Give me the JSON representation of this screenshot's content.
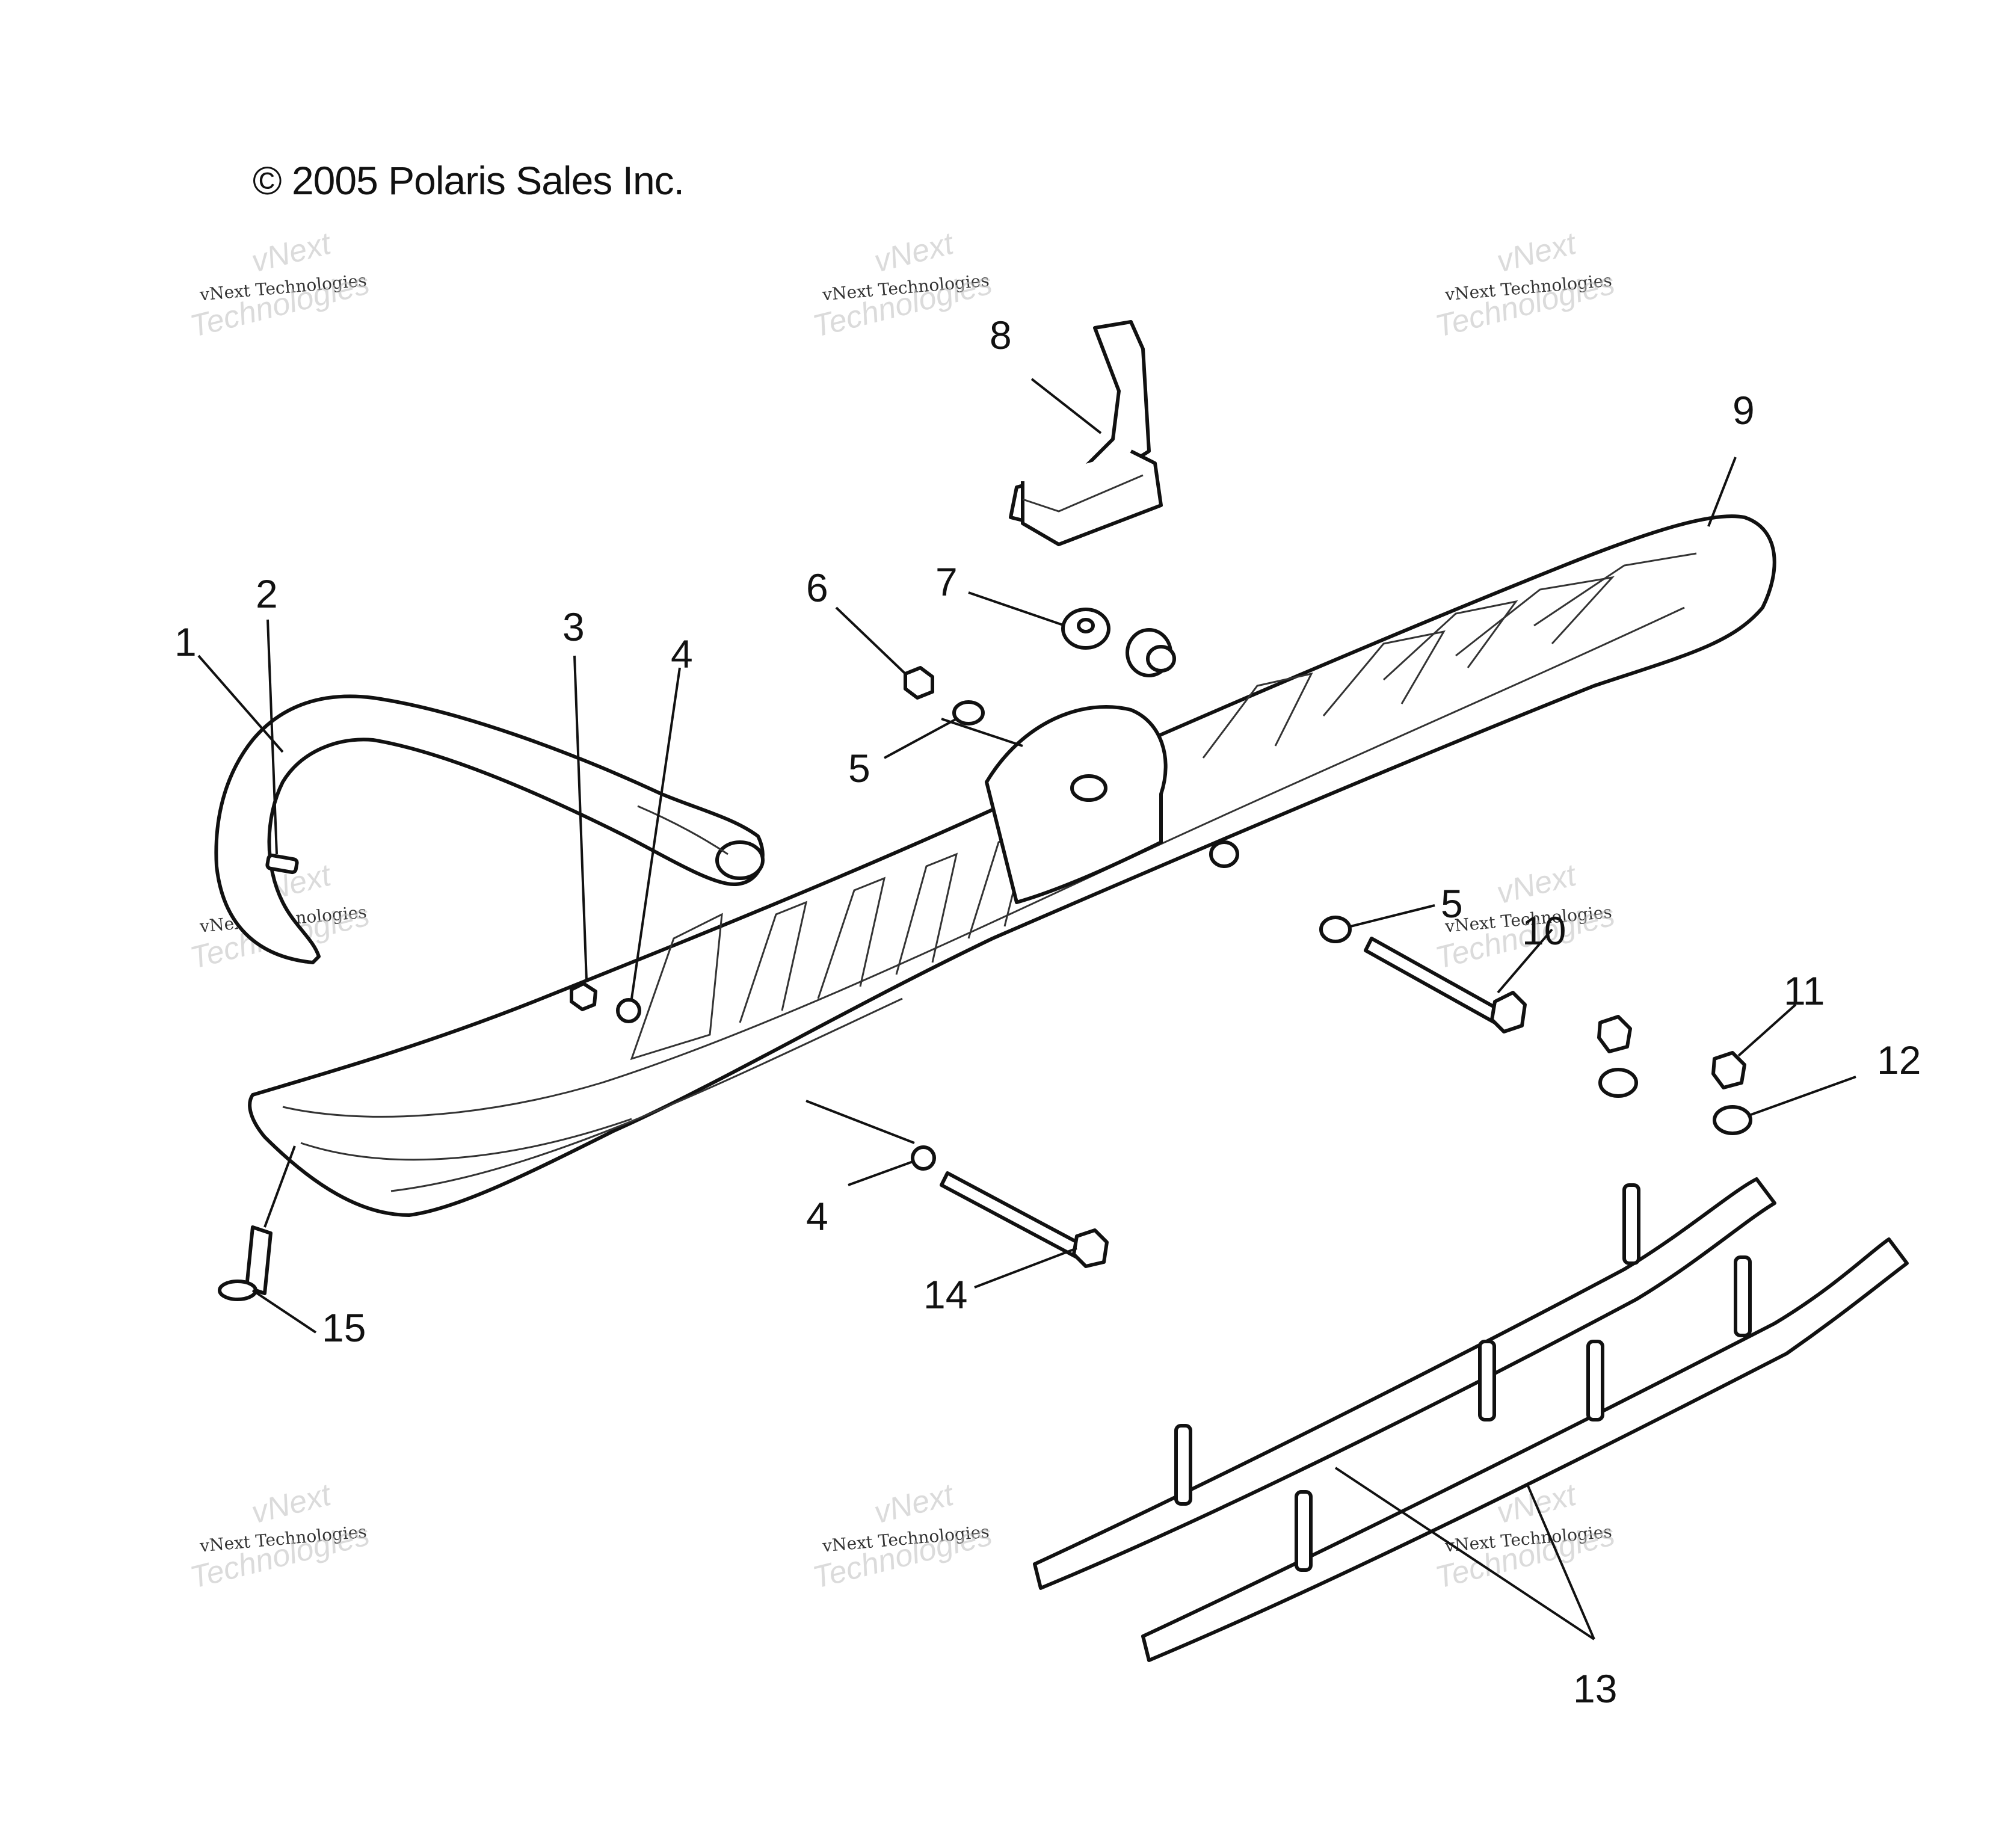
{
  "copyright": "© 2005 Polaris Sales Inc.",
  "watermark": {
    "line1": "vNext",
    "line2": "vNext Technologies",
    "line3": "Technologies"
  },
  "callouts": {
    "c1": "1",
    "c2": "2",
    "c3": "3",
    "c4a": "4",
    "c4b": "4",
    "c5a": "5",
    "c5b": "5",
    "c6": "6",
    "c7": "7",
    "c8": "8",
    "c9": "9",
    "c10": "10",
    "c11": "11",
    "c12": "12",
    "c13": "13",
    "c14": "14",
    "c15": "15"
  }
}
